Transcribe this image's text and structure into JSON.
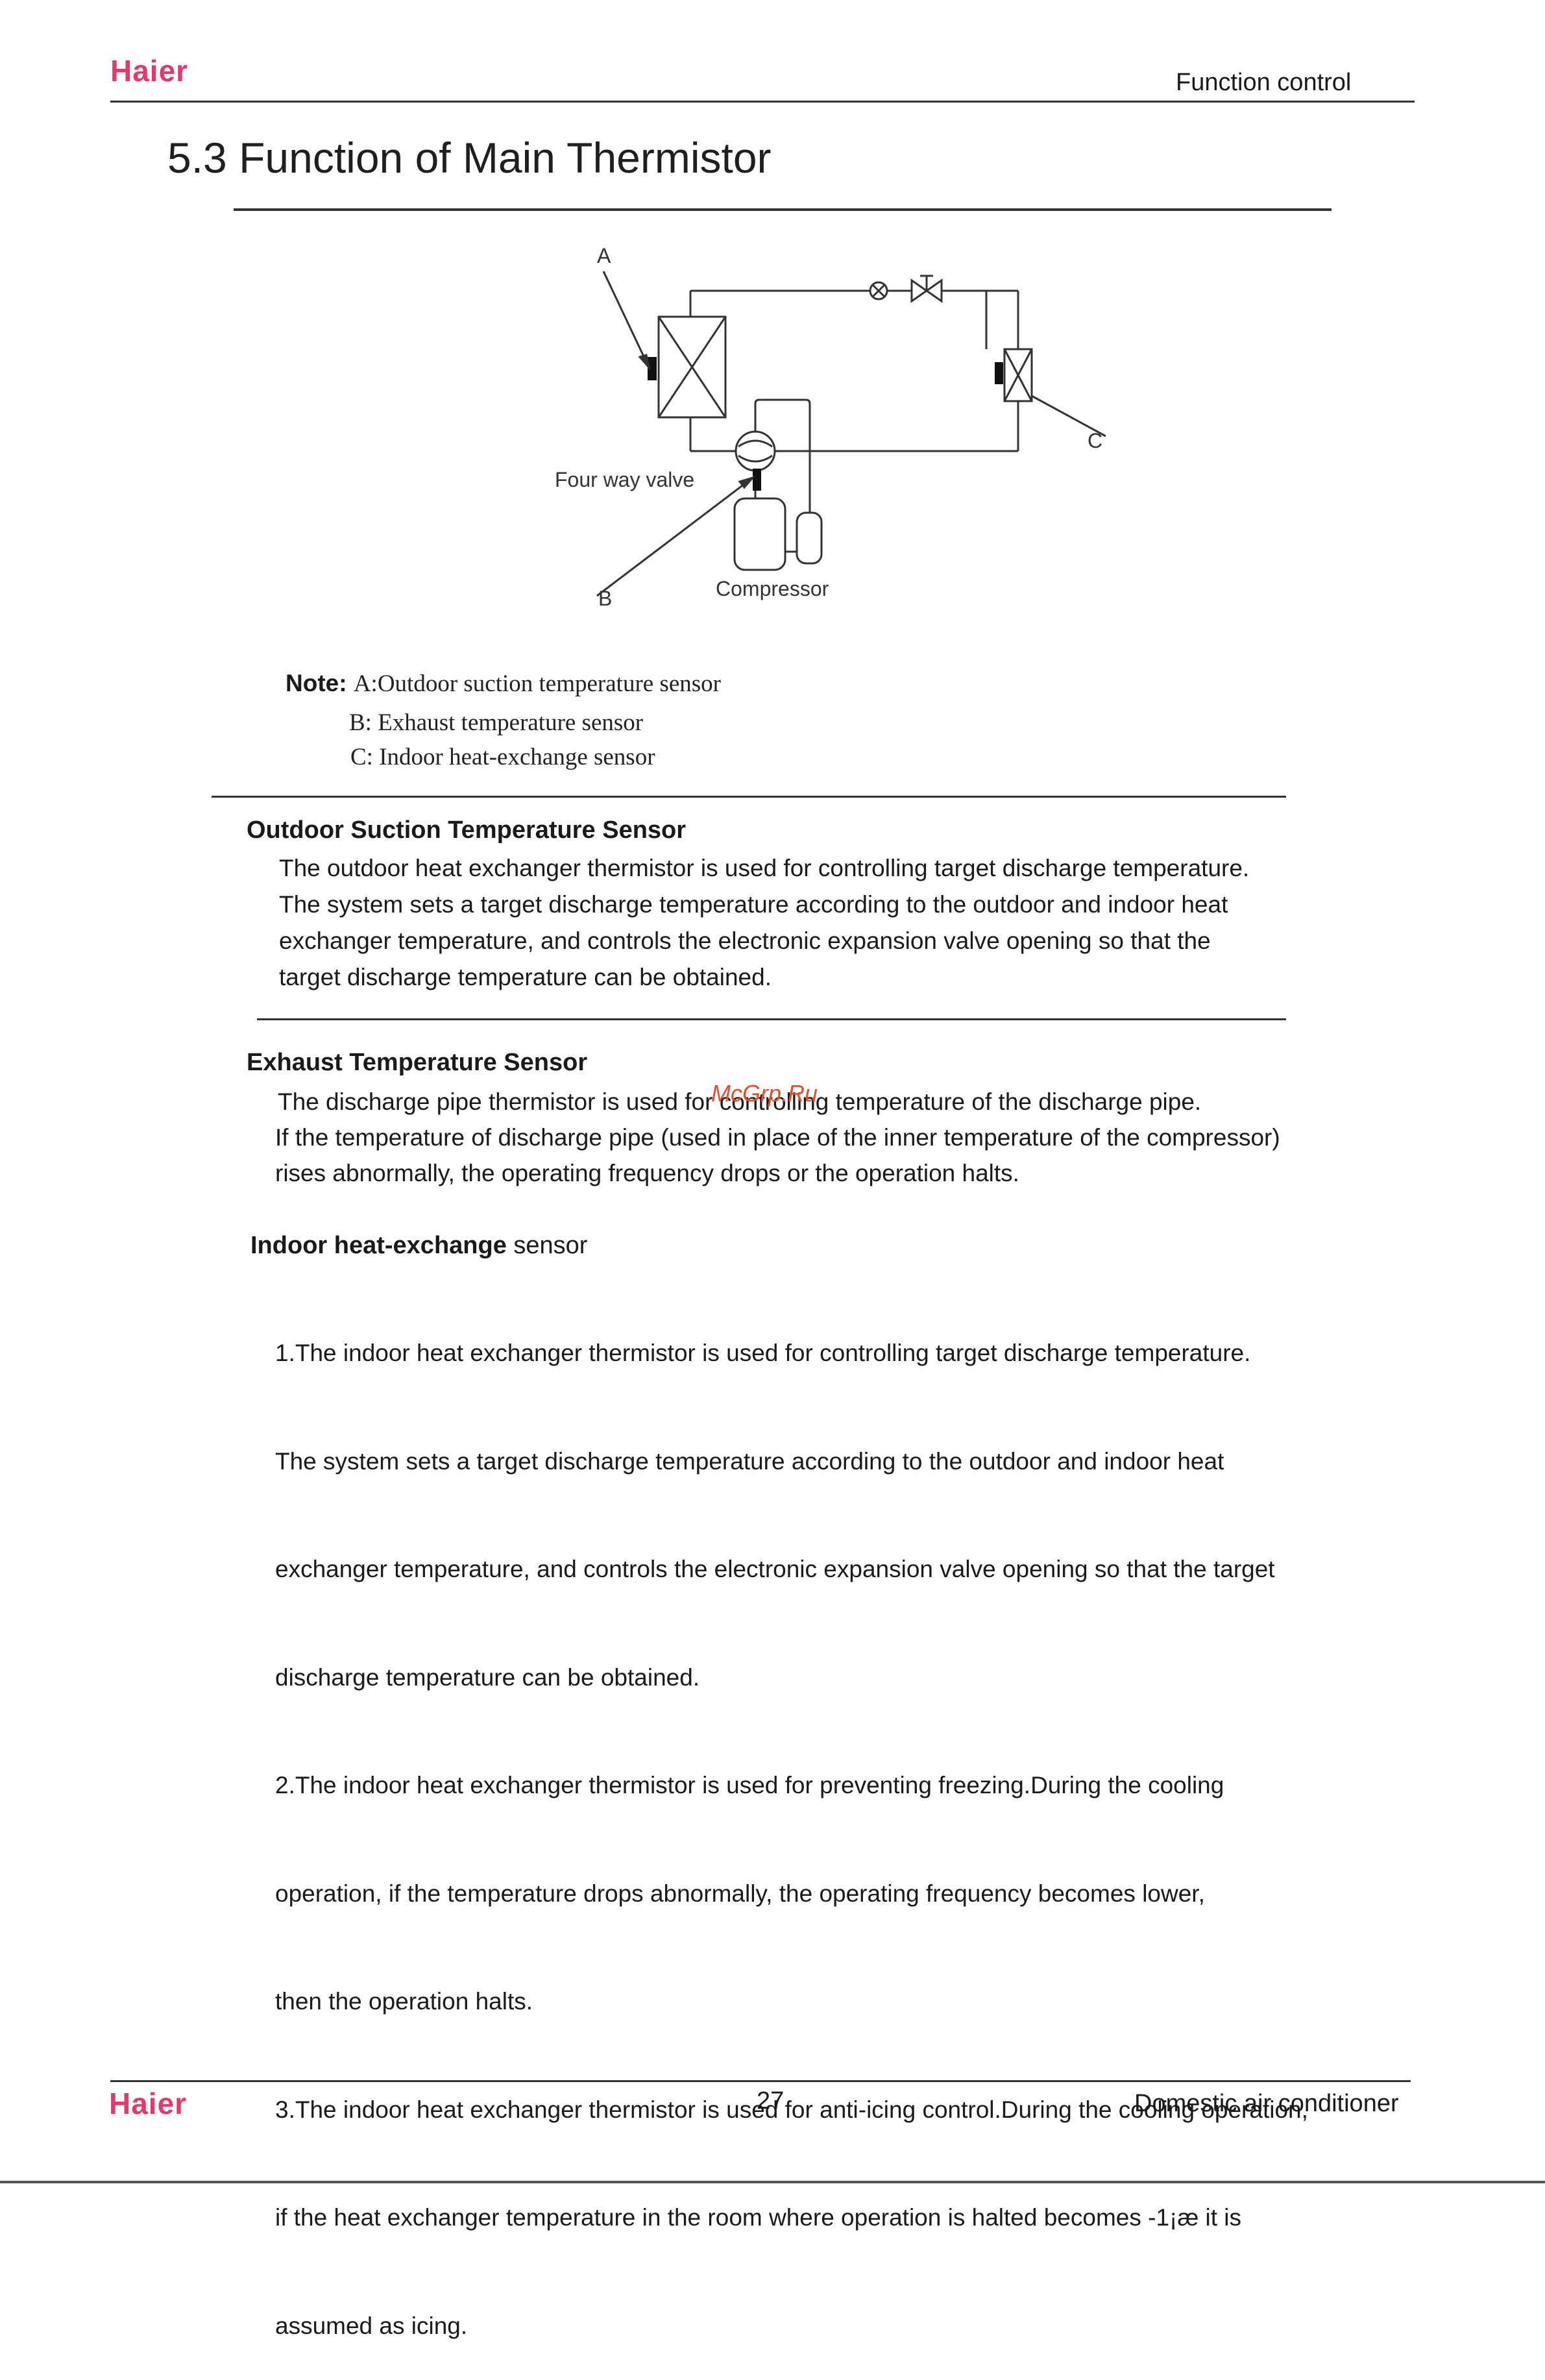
{
  "header": {
    "logo": "Haier",
    "section": "Function  control"
  },
  "title": "5.3 Function of Main Thermistor",
  "diagram": {
    "label_a": "A",
    "label_b": "B",
    "label_c": "C",
    "four_way_valve": "Four way valve",
    "compressor": "Compressor"
  },
  "note": {
    "prefix": "Note:",
    "a": "A:Outdoor suction temperature sensor",
    "b": "B: Exhaust temperature sensor",
    "c": "C: Indoor heat-exchange sensor"
  },
  "outdoor": {
    "heading": "Outdoor Suction Temperature Sensor",
    "lines": [
      "The outdoor heat exchanger thermistor is used for controlling target discharge temperature.",
      "The system sets a target discharge temperature according to the outdoor and indoor heat",
      "exchanger temperature, and controls the electronic expansion valve opening so that the",
      "target discharge temperature can be obtained."
    ]
  },
  "exhaust": {
    "heading": "Exhaust Temperature Sensor",
    "lines": [
      "The discharge pipe thermistor is used for controlling temperature of the discharge pipe.",
      "If the temperature of discharge pipe (used in place of the inner temperature of the compressor)",
      "rises abnormally, the operating frequency drops or the operation halts."
    ]
  },
  "watermark": "McGrp.Ru",
  "indoor": {
    "heading_bold": "Indoor heat-exchange",
    "heading_rest": " sensor",
    "lines": [
      "1.The indoor heat exchanger thermistor is used for controlling target discharge temperature.",
      "The system sets a target discharge temperature according to the outdoor and indoor heat",
      "exchanger temperature, and controls the electronic expansion valve opening so that the target",
      "discharge temperature can be obtained.",
      "2.The indoor heat exchanger thermistor is used for preventing freezing.During the cooling",
      "operation, if the temperature drops abnormally, the  operating frequency becomes lower,",
      "then the operation halts.",
      "3.The indoor heat exchanger thermistor is used for anti-icing control.During the cooling operation,",
      " if the heat exchanger temperature in the room where operation is halted becomes -1¡æ it is",
      "assumed  as icing."
    ]
  },
  "footer": {
    "logo": "Haier",
    "page_number": "27",
    "doc_name": "Domestic air conditioner"
  }
}
